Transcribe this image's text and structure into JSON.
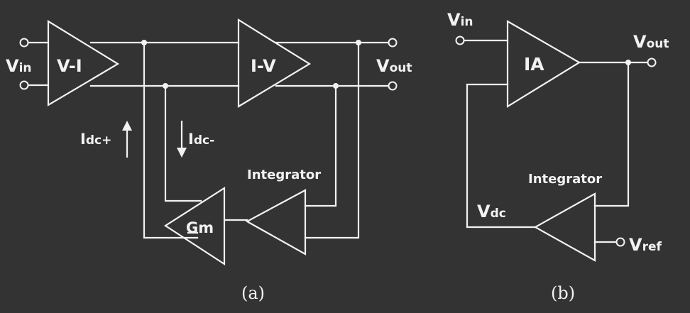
{
  "colors": {
    "background": "#333333",
    "line": "#f2f2f2"
  },
  "diagram_a": {
    "caption": "(a)",
    "vin": {
      "main": "V",
      "sub": "in"
    },
    "vout": {
      "main": "V",
      "sub": "out"
    },
    "vi_amp": "V-I",
    "iv_amp": "I-V",
    "gm_amp": "Gm",
    "integrator": "Integrator",
    "idc_plus": {
      "main": "I",
      "sub": "dc+"
    },
    "idc_minus": {
      "main": "I",
      "sub": "dc-"
    }
  },
  "diagram_b": {
    "caption": "(b)",
    "vin": {
      "main": "V",
      "sub": "in"
    },
    "vout": {
      "main": "V",
      "sub": "out"
    },
    "ia_amp": "IA",
    "integrator": "Integrator",
    "vdc": {
      "main": "V",
      "sub": "dc"
    },
    "vref": {
      "main": "V",
      "sub": "ref"
    }
  }
}
